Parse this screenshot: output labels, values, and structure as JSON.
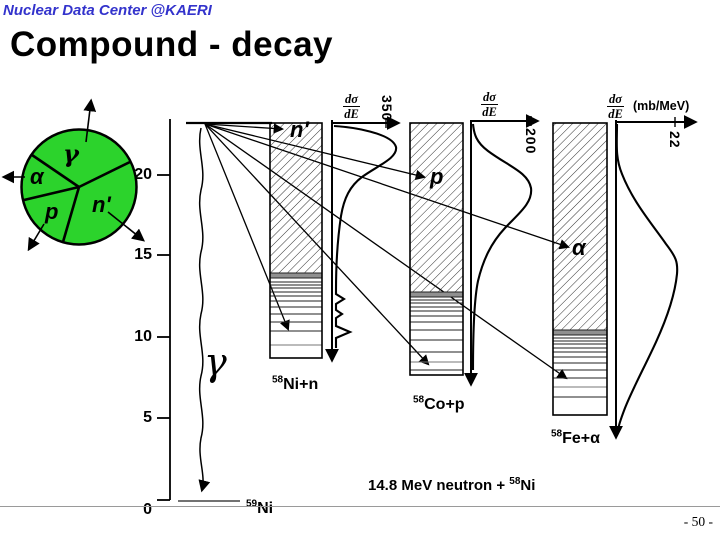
{
  "header": {
    "logo": "Nuclear Data Center @KAERI",
    "title": "Compound - decay"
  },
  "footer": {
    "page_number": "- 50 -"
  },
  "colors": {
    "logo_blue": "#3333CC",
    "pie_green": "#2CD32C"
  },
  "pie": {
    "labels": {
      "gamma": "γ",
      "alpha": "α",
      "proton": "p",
      "neutron": "n'"
    }
  },
  "axis": {
    "ticks": [
      "20",
      "15",
      "10",
      "5",
      "0"
    ]
  },
  "fan": {
    "neutron": "n'",
    "proton": "p",
    "alpha": "α",
    "gamma": "γ"
  },
  "panels": [
    {
      "dnum": "dσ",
      "dden": "dE",
      "scale": "350",
      "reaction_sup": "58",
      "reaction_text": "Ni+n"
    },
    {
      "dnum": "dσ",
      "dden": "dE",
      "scale": "200",
      "reaction_sup": "58",
      "reaction_text": "Co+p"
    },
    {
      "dnum": "dσ",
      "dden": "dE",
      "unit": "(mb/MeV)",
      "scale": "22",
      "reaction_sup": "58",
      "reaction_text": "Fe+α"
    }
  ],
  "captions": {
    "incident": "14.8 MeV neutron + ",
    "incident_sup": "58",
    "incident_nucleus": "Ni",
    "ground_sup": "59",
    "ground_nucleus": "Ni"
  }
}
